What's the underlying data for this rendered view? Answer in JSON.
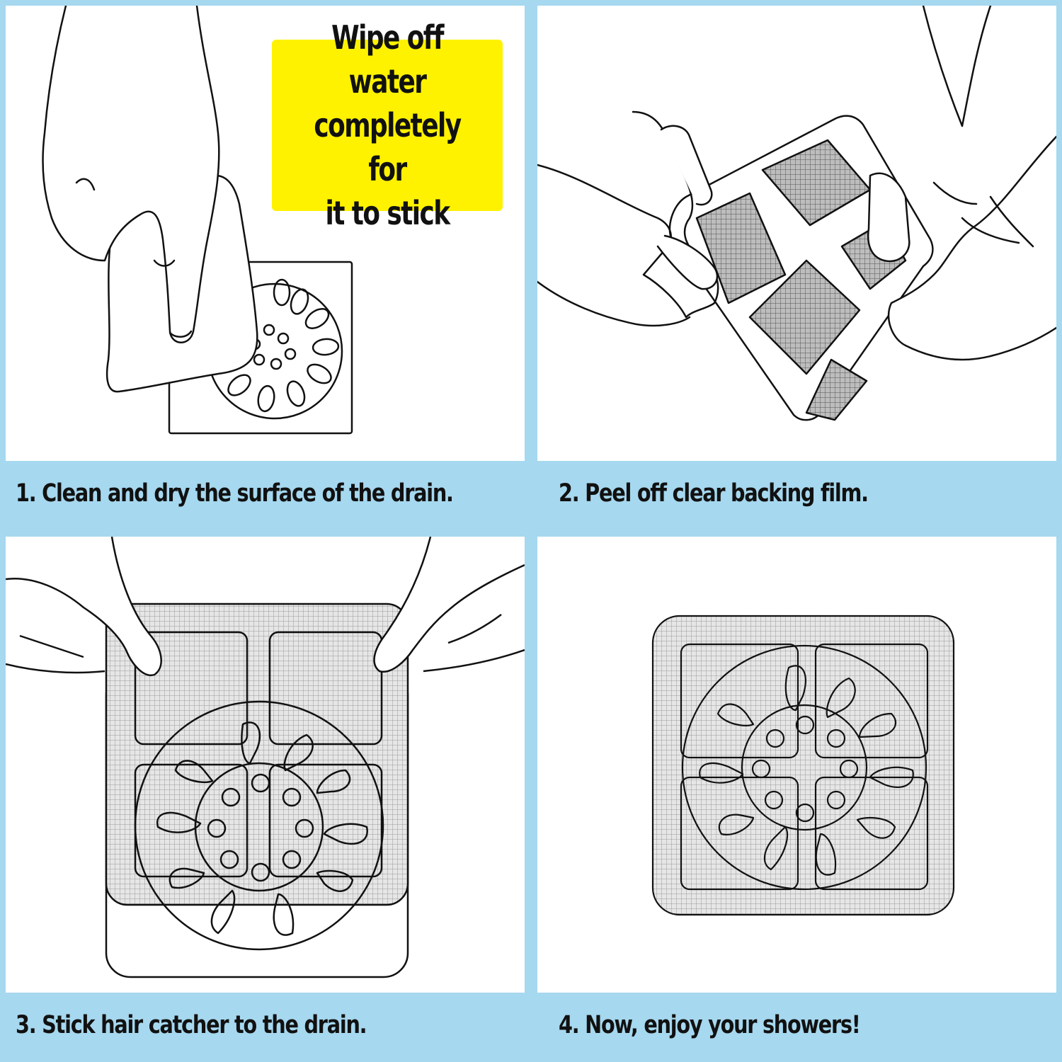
{
  "callout": {
    "text": "Wipe off water\ncompletely for\nit to stick",
    "background": "#fff200"
  },
  "steps": [
    {
      "caption": "1. Clean and dry the surface of the drain."
    },
    {
      "caption": "2. Peel off clear backing film."
    },
    {
      "caption": "3. Stick hair catcher to the drain."
    },
    {
      "caption": "4. Now, enjoy your showers!"
    }
  ],
  "colors": {
    "frame": "#a6d8ef",
    "panel": "#ffffff",
    "line": "#111111",
    "mesh": "#d2d2d2"
  }
}
